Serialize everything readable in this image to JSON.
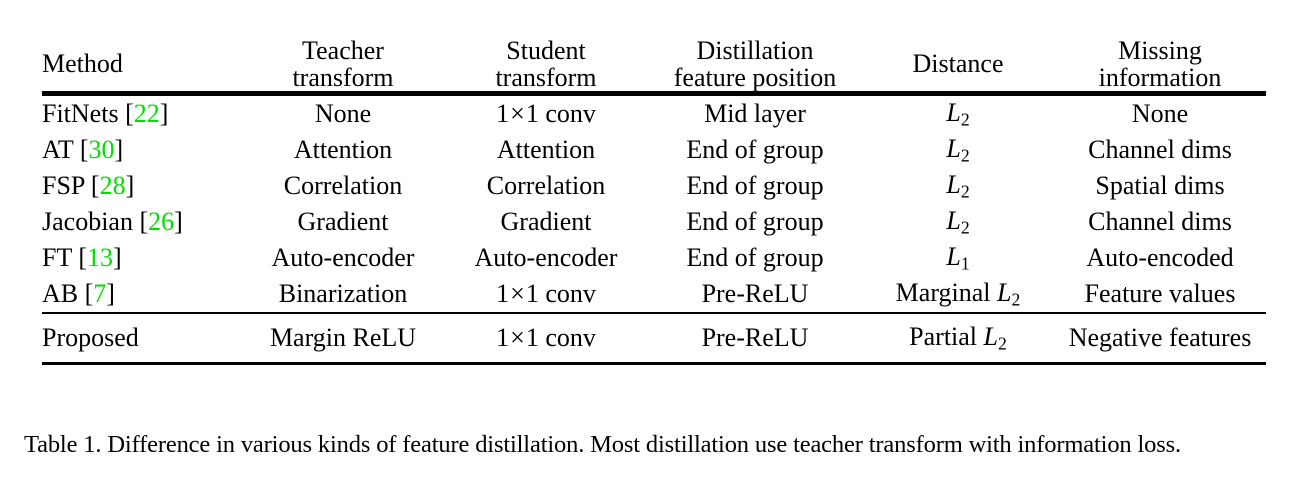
{
  "document": {
    "type": "paper-table-figure",
    "background_color": "#ffffff",
    "text_color": "#000000",
    "citation_color": "#00e000"
  },
  "table": {
    "columns": [
      {
        "key": "method",
        "header_line1": "Method",
        "header_line2": "",
        "align": "left"
      },
      {
        "key": "teacher",
        "header_line1": "Teacher",
        "header_line2": "transform",
        "align": "center"
      },
      {
        "key": "student",
        "header_line1": "Student",
        "header_line2": "transform",
        "align": "center"
      },
      {
        "key": "position",
        "header_line1": "Distillation",
        "header_line2": "feature position",
        "align": "center"
      },
      {
        "key": "distance",
        "header_line1": "Distance",
        "header_line2": "",
        "align": "center"
      },
      {
        "key": "missing",
        "header_line1": "Missing",
        "header_line2": "information",
        "align": "center"
      }
    ],
    "rows": [
      {
        "method_name": "FitNets",
        "method_citation": "22",
        "teacher": "None",
        "student": "1×1 conv",
        "position": "Mid layer",
        "distance_prefix": "",
        "distance_var": "L",
        "distance_sub": "2",
        "missing": "None"
      },
      {
        "method_name": "AT",
        "method_citation": "30",
        "teacher": "Attention",
        "student": "Attention",
        "position": "End of group",
        "distance_prefix": "",
        "distance_var": "L",
        "distance_sub": "2",
        "missing": "Channel dims"
      },
      {
        "method_name": "FSP",
        "method_citation": "28",
        "teacher": "Correlation",
        "student": "Correlation",
        "position": "End of group",
        "distance_prefix": "",
        "distance_var": "L",
        "distance_sub": "2",
        "missing": "Spatial dims"
      },
      {
        "method_name": "Jacobian",
        "method_citation": "26",
        "teacher": "Gradient",
        "student": "Gradient",
        "position": "End of group",
        "distance_prefix": "",
        "distance_var": "L",
        "distance_sub": "2",
        "missing": "Channel dims"
      },
      {
        "method_name": "FT",
        "method_citation": "13",
        "teacher": "Auto-encoder",
        "student": "Auto-encoder",
        "position": "End of group",
        "distance_prefix": "",
        "distance_var": "L",
        "distance_sub": "1",
        "missing": "Auto-encoded"
      },
      {
        "method_name": "AB",
        "method_citation": "7",
        "teacher": "Binarization",
        "student": "1×1 conv",
        "position": "Pre-ReLU",
        "distance_prefix": "Marginal ",
        "distance_var": "L",
        "distance_sub": "2",
        "missing": "Feature values"
      }
    ],
    "proposed_row": {
      "method_name": "Proposed",
      "method_citation": "",
      "teacher": "Margin ReLU",
      "student": "1×1 conv",
      "position": "Pre-ReLU",
      "distance_prefix": "Partial ",
      "distance_var": "L",
      "distance_sub": "2",
      "missing": "Negative features"
    }
  },
  "caption": {
    "text": "Table 1. Difference in various kinds of feature distillation. Most distillation use teacher transform with information loss."
  }
}
